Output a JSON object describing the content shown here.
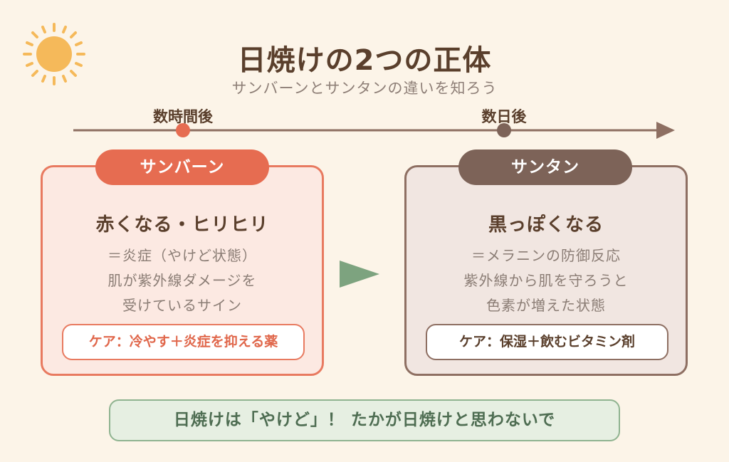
{
  "header": {
    "title": "日焼けの2つの正体",
    "subtitle": "サンバーンとサンタンの違いを知ろう"
  },
  "timeline": {
    "left_label": "数時間後",
    "right_label": "数日後"
  },
  "sunburn": {
    "pill": "サンバーン",
    "heading": "赤くなる・ヒリヒリ",
    "lines": [
      "＝炎症（やけど状態）",
      "肌が紫外線ダメージを",
      "受けているサイン"
    ],
    "care": "ケア：冷やす＋炎症を抑える薬"
  },
  "suntan": {
    "pill": "サンタン",
    "heading": "黒っぽくなる",
    "lines": [
      "＝メラニンの防御反応",
      "紫外線から肌を守ろうと",
      "色素が増えた状態"
    ],
    "care": "ケア：保湿＋飲むビタミン剤"
  },
  "banner": {
    "text": "日焼けは「やけど」！ たかが日焼けと思わないで"
  },
  "colors": {
    "background": "#fcf4e8",
    "sunburn_accent": "#e66c51",
    "suntan_accent": "#7d6358",
    "banner_green": "#8fb390",
    "sun": "#f5b95a"
  },
  "icons": {
    "sun": "sun-icon",
    "timeline_arrow": "arrow-right-icon",
    "middle_arrow": "triangle-right-icon"
  }
}
